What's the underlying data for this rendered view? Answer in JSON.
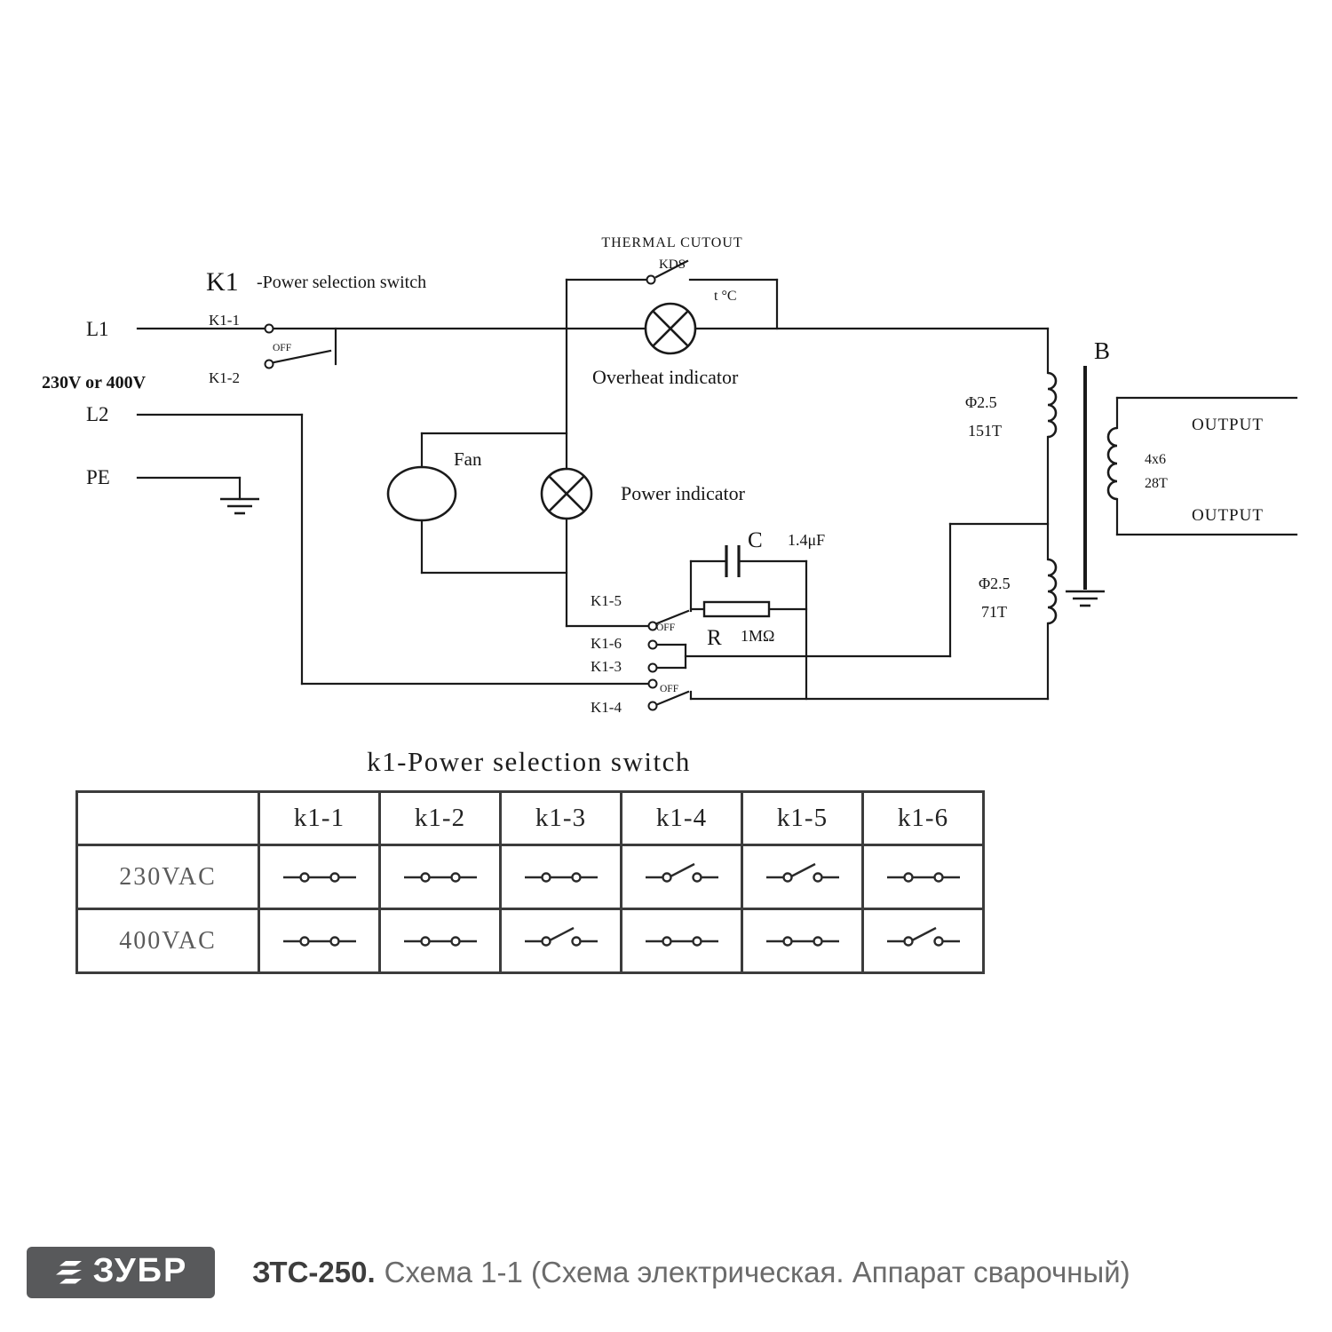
{
  "colors": {
    "line": "#1a1a1a",
    "footer_badge": "#58595b"
  },
  "schematic": {
    "thermal_cutout_label": "THERMAL  CUTOUT",
    "kds_label": "KDS",
    "thermal_temp_label": "t °C",
    "k1_label": "K1",
    "k1_description": "-Power selection switch",
    "l1_label": "L1",
    "k1_1_label": "K1-1",
    "k1_1_off": "OFF",
    "k1_2_label": "K1-2",
    "voltage_label": "230V or 400V",
    "l2_label": "L2",
    "pe_label": "PE",
    "fan_label": "Fan",
    "overheat_label": "Overheat indicator",
    "power_label": "Power indicator",
    "cap_name": "C",
    "cap_value": "1.4μF",
    "res_name": "R",
    "res_value": "1MΩ",
    "k1_5_label": "K1-5",
    "k1_5_off": "OFF",
    "k1_6_label": "K1-6",
    "k1_3_label": "K1-3",
    "k1_34_off": "OFF",
    "k1_4_label": "K1-4",
    "transformer_label": "B",
    "primary1_wire": "Φ2.5",
    "primary1_turns": "151T",
    "primary2_wire": "Φ2.5",
    "primary2_turns": "71T",
    "secondary_wire": "4x6",
    "secondary_turns": "28T",
    "output_top": "OUTPUT",
    "output_bottom": "OUTPUT"
  },
  "table": {
    "title": "k1-Power selection switch",
    "columns": [
      "k1-1",
      "k1-2",
      "k1-3",
      "k1-4",
      "k1-5",
      "k1-6"
    ],
    "rows": [
      {
        "label": "230VAC",
        "states": [
          "closed",
          "closed",
          "closed",
          "open",
          "open",
          "closed"
        ]
      },
      {
        "label": "400VAC",
        "states": [
          "closed",
          "closed",
          "open",
          "closed",
          "closed",
          "open"
        ]
      }
    ]
  },
  "footer": {
    "logo_text": "ЗУБР",
    "model": "ЗТС-250.",
    "caption": "Схема 1-1 (Схема электрическая. Аппарат сварочный)"
  }
}
